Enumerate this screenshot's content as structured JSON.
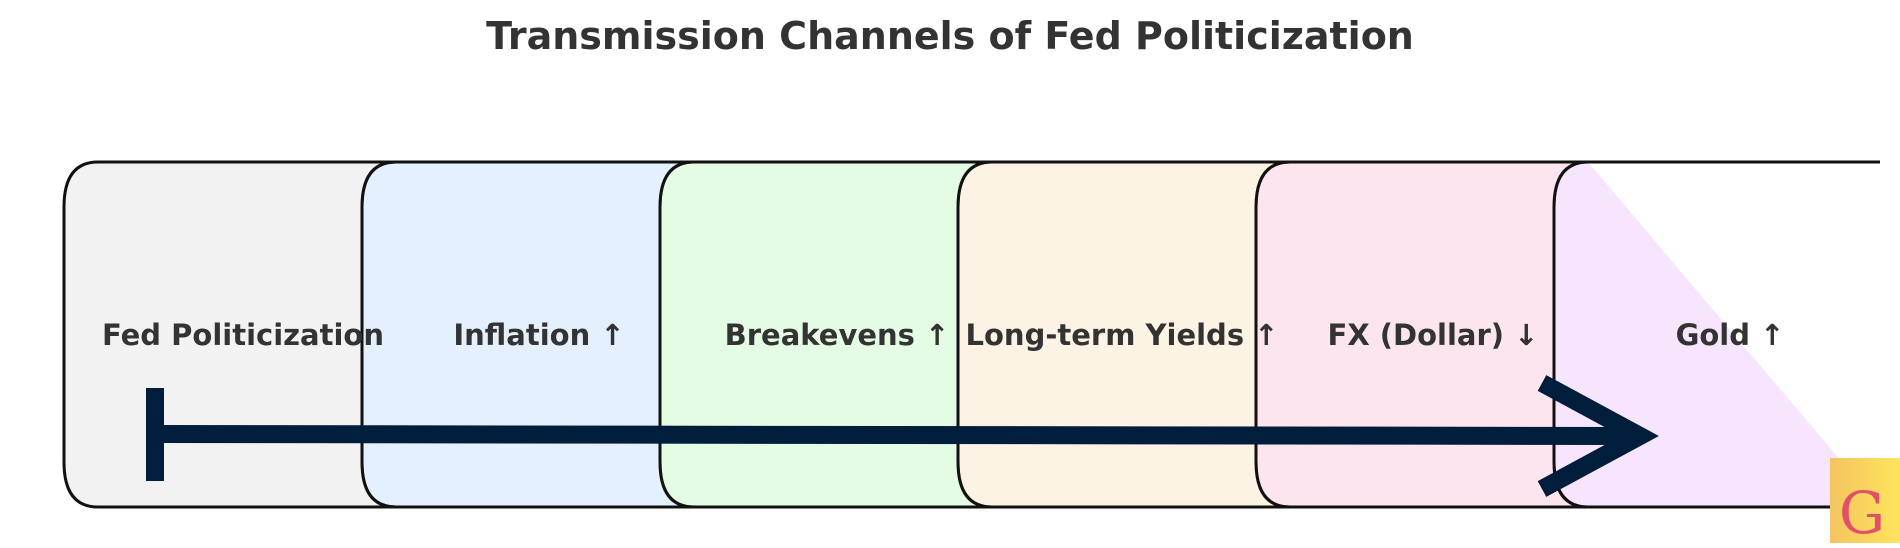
{
  "title": "Transmission Channels of Fed Politicization",
  "stages": [
    {
      "label": "Fed Politicization",
      "color": "#f2f2f2"
    },
    {
      "label": "Inflation ↑",
      "color": "#e4f0fd"
    },
    {
      "label": "Breakevens ↑",
      "color": "#e4fce4"
    },
    {
      "label": "Long-term Yields ↑",
      "color": "#fdf3e5"
    },
    {
      "label": "FX (Dollar) ↓",
      "color": "#fde5ef"
    },
    {
      "label": "Gold ↑",
      "color": "#f6e5fd"
    }
  ],
  "arrow": {
    "color": "#001e3c",
    "direction": "left-to-right"
  },
  "logo": {
    "letter": "G",
    "icon": "g-logo-icon"
  }
}
